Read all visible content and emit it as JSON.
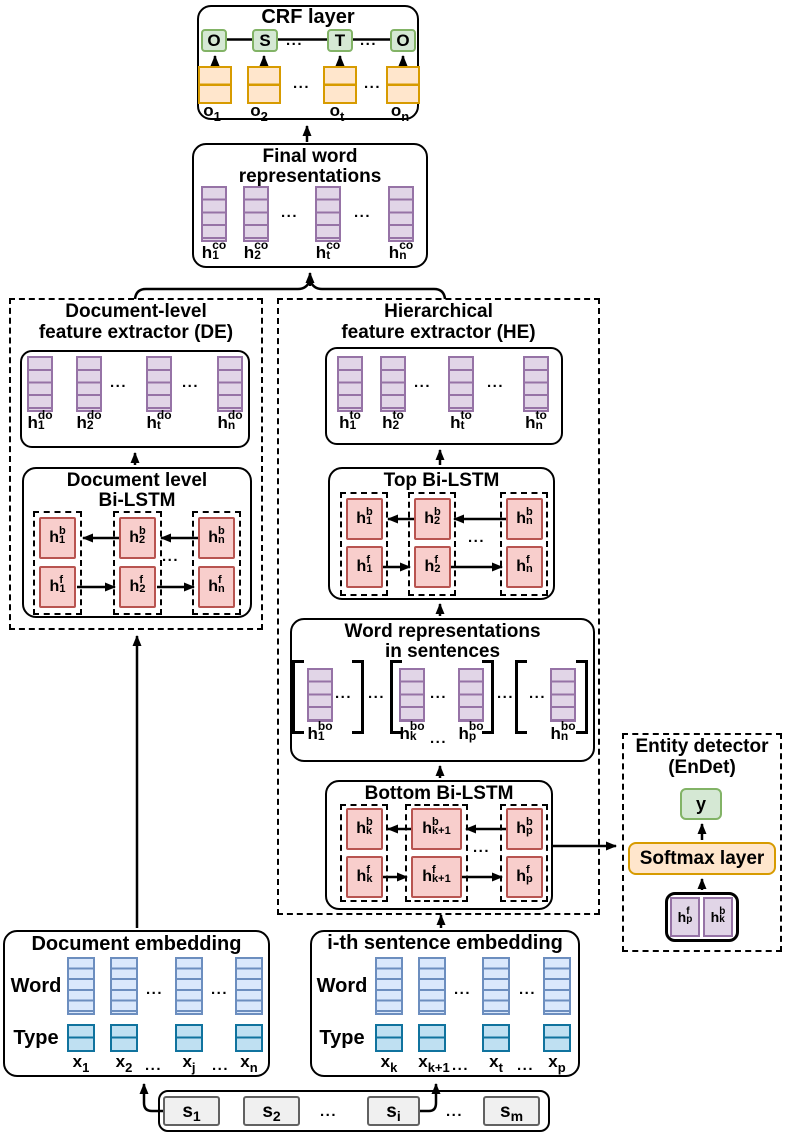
{
  "dots": "...",
  "colors": {
    "purple_fill": "#e1d5e7",
    "purple_stroke": "#9673a6",
    "red_fill": "#f8cecc",
    "red_stroke": "#b85450",
    "green_fill": "#d5e8d4",
    "green_stroke": "#82b366",
    "orange_fill": "#ffe6cc",
    "orange_stroke": "#d79b00",
    "blue_fill": "#dae8fc",
    "blue_stroke": "#6c8ebf",
    "cyan_fill": "#bfe0f2",
    "cyan_stroke": "#10739e",
    "gray_fill": "#f0f0f0",
    "gray_stroke": "#616161"
  },
  "crf": {
    "title": "CRF layer",
    "tags": [
      "O",
      "S",
      "T",
      "O"
    ],
    "outputs": [
      {
        "base": "o",
        "sub": "1"
      },
      {
        "base": "o",
        "sub": "2"
      },
      {
        "base": "o",
        "sub": "t"
      },
      {
        "base": "o",
        "sub": "n"
      }
    ]
  },
  "final_repr": {
    "title1": "Final word",
    "title2": "representations",
    "labels": [
      {
        "base": "h",
        "sup": "co",
        "sub": "1"
      },
      {
        "base": "h",
        "sup": "co",
        "sub": "2"
      },
      {
        "base": "h",
        "sup": "co",
        "sub": "t"
      },
      {
        "base": "h",
        "sup": "co",
        "sub": "n"
      }
    ]
  },
  "de": {
    "title1": "Document-level",
    "title2": "feature extractor (DE)",
    "vector_labels": [
      {
        "base": "h",
        "sup": "do",
        "sub": "1"
      },
      {
        "base": "h",
        "sup": "do",
        "sub": "2"
      },
      {
        "base": "h",
        "sup": "do",
        "sub": "t"
      },
      {
        "base": "h",
        "sup": "do",
        "sub": "n"
      }
    ],
    "lstm": {
      "title1": "Document level",
      "title2": "Bi-LSTM",
      "backward": [
        {
          "base": "h",
          "sup": "b",
          "sub": "1"
        },
        {
          "base": "h",
          "sup": "b",
          "sub": "2"
        },
        {
          "base": "h",
          "sup": "b",
          "sub": "n"
        }
      ],
      "forward": [
        {
          "base": "h",
          "sup": "f",
          "sub": "1"
        },
        {
          "base": "h",
          "sup": "f",
          "sub": "2"
        },
        {
          "base": "h",
          "sup": "f",
          "sub": "n"
        }
      ]
    }
  },
  "he": {
    "title1": "Hierarchical",
    "title2": "feature extractor (HE)",
    "vector_labels": [
      {
        "base": "h",
        "sup": "to",
        "sub": "1"
      },
      {
        "base": "h",
        "sup": "to",
        "sub": "2"
      },
      {
        "base": "h",
        "sup": "to",
        "sub": "t"
      },
      {
        "base": "h",
        "sup": "to",
        "sub": "n"
      }
    ],
    "top_lstm": {
      "title": "Top Bi-LSTM",
      "backward": [
        {
          "base": "h",
          "sup": "b",
          "sub": "1"
        },
        {
          "base": "h",
          "sup": "b",
          "sub": "2"
        },
        {
          "base": "h",
          "sup": "b",
          "sub": "n"
        }
      ],
      "forward": [
        {
          "base": "h",
          "sup": "f",
          "sub": "1"
        },
        {
          "base": "h",
          "sup": "f",
          "sub": "2"
        },
        {
          "base": "h",
          "sup": "f",
          "sub": "n"
        }
      ]
    },
    "word_repr": {
      "title1": "Word representations",
      "title2": "in sentences",
      "labels": [
        {
          "base": "h",
          "sup": "bo",
          "sub": "1"
        },
        {
          "base": "h",
          "sup": "bo",
          "sub": "k"
        },
        {
          "base": "h",
          "sup": "bo",
          "sub": "p"
        },
        {
          "base": "h",
          "sup": "bo",
          "sub": "n"
        }
      ]
    },
    "bottom_lstm": {
      "title": "Bottom Bi-LSTM",
      "backward": [
        {
          "base": "h",
          "sup": "b",
          "sub": "k"
        },
        {
          "base": "h",
          "sup": "b",
          "sub": "k+1"
        },
        {
          "base": "h",
          "sup": "b",
          "sub": "p"
        }
      ],
      "forward": [
        {
          "base": "h",
          "sup": "f",
          "sub": "k"
        },
        {
          "base": "h",
          "sup": "f",
          "sub": "k+1"
        },
        {
          "base": "h",
          "sup": "f",
          "sub": "p"
        }
      ]
    }
  },
  "endet": {
    "title1": "Entity detector",
    "title2": "(EnDet)",
    "output": "y",
    "softmax": "Softmax layer",
    "inputs": [
      {
        "base": "h",
        "sup": "f",
        "sub": "p"
      },
      {
        "base": "h",
        "sup": "b",
        "sub": "k"
      }
    ]
  },
  "doc_emb": {
    "title": "Document embedding",
    "row1": "Word",
    "row2": "Type",
    "x_labels": [
      {
        "base": "x",
        "sub": "1"
      },
      {
        "base": "x",
        "sub": "2"
      },
      {
        "base": "x",
        "sub": "j"
      },
      {
        "base": "x",
        "sub": "n"
      }
    ]
  },
  "sent_emb": {
    "title": "i-th sentence embedding",
    "row1": "Word",
    "row2": "Type",
    "x_labels": [
      {
        "base": "x",
        "sub": "k"
      },
      {
        "base": "x",
        "sub": "k+1"
      },
      {
        "base": "x",
        "sub": "t"
      },
      {
        "base": "x",
        "sub": "p"
      }
    ]
  },
  "sentences": [
    {
      "base": "s",
      "sub": "1"
    },
    {
      "base": "s",
      "sub": "2"
    },
    {
      "base": "s",
      "sub": "i"
    },
    {
      "base": "s",
      "sub": "m"
    }
  ]
}
